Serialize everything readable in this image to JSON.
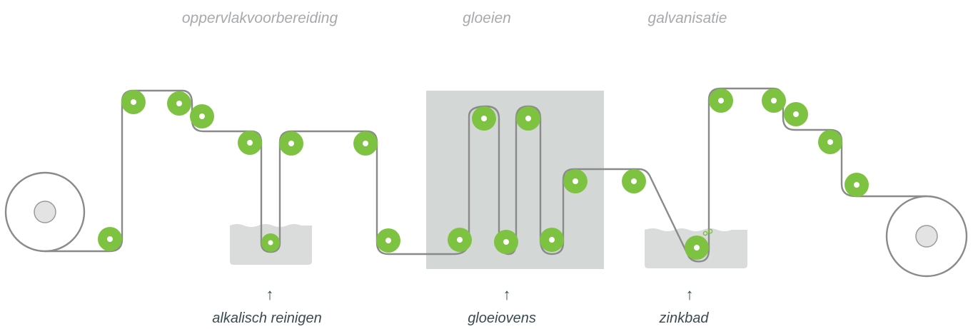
{
  "stages": [
    {
      "label": "oppervlakvoorbereiding"
    },
    {
      "label": "gloeien"
    },
    {
      "label": "galvanisatie"
    }
  ],
  "equipment": [
    {
      "label": "alkalisch reinigen",
      "arrow": "↑"
    },
    {
      "label": "gloeiovens",
      "arrow": "↑"
    },
    {
      "label": "zinkbad",
      "arrow": "↑"
    }
  ],
  "colors": {
    "roller": "#7dc241",
    "strip": "#8a8a8a",
    "tank": "#d9dcdb",
    "furnace": "#d3d7d6",
    "coil_core": "#e3e3e3"
  }
}
